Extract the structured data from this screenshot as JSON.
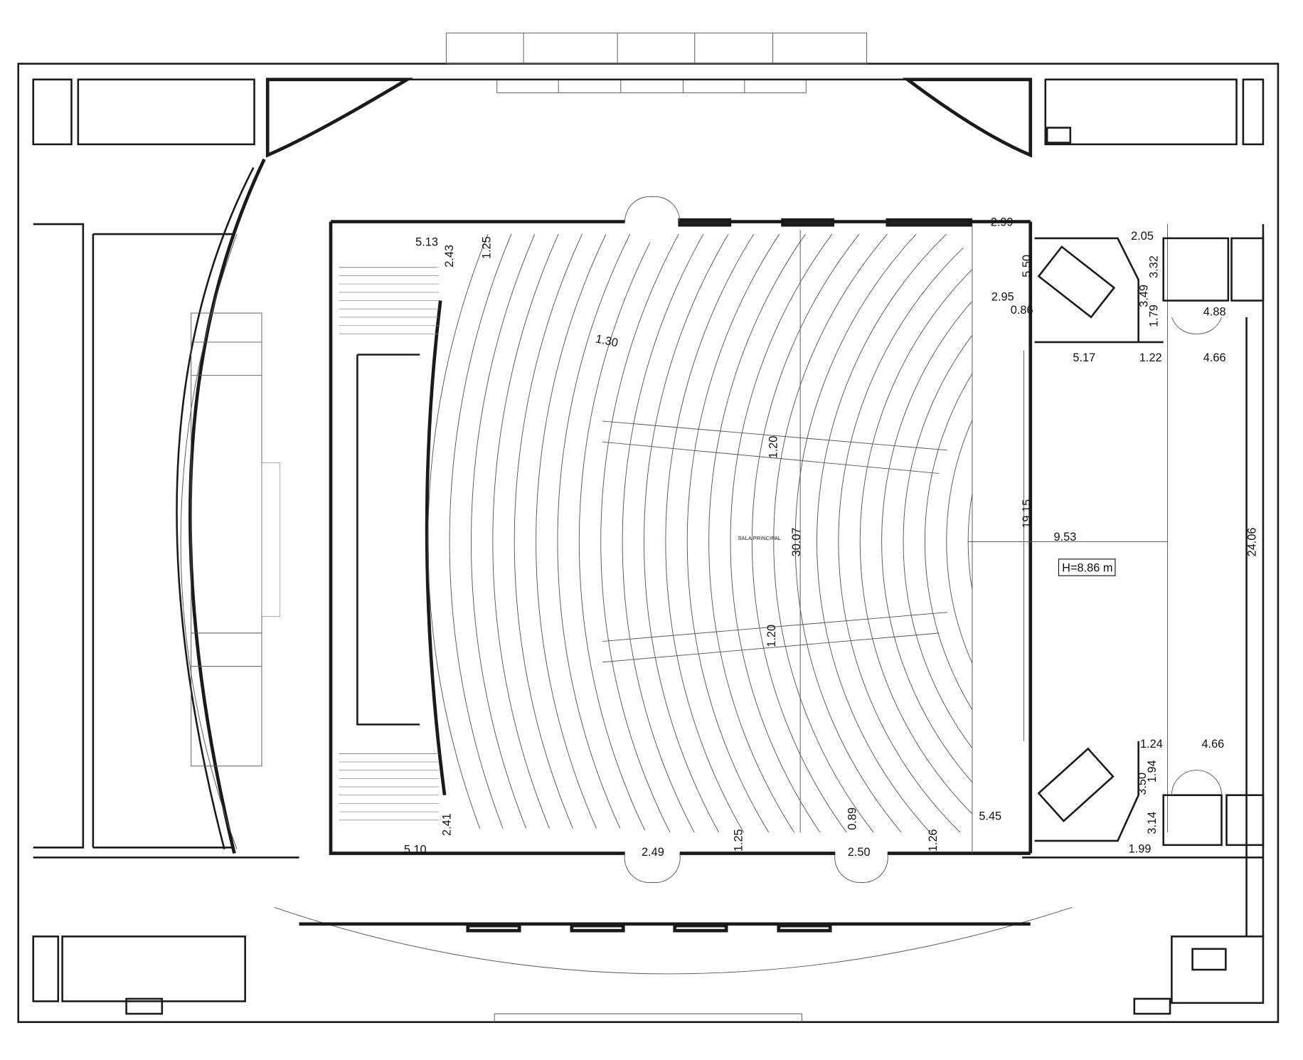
{
  "plan": {
    "room_label": "SALA PRINCIPAL",
    "height_note": "H=8.86 m",
    "dimensions": [
      "5.13",
      "2.43",
      "1.25",
      "1.30",
      "1.20",
      "1.20",
      "30.07",
      "2.99",
      "5.50",
      "2.95",
      "0.86",
      "2.05",
      "3.32",
      "3.49",
      "1.79",
      "4.88",
      "5.17",
      "1.22",
      "4.66",
      "19.15",
      "9.53",
      "24.06",
      "1.24",
      "4.66",
      "1.94",
      "3.50",
      "3.14",
      "1.99",
      "5.45",
      "0.89",
      "1.26",
      "1.25",
      "2.50",
      "2.49",
      "5.10",
      "2.41"
    ]
  },
  "colors": {
    "line": "#1a1a1a",
    "thin": "#555555",
    "background": "#ffffff"
  }
}
